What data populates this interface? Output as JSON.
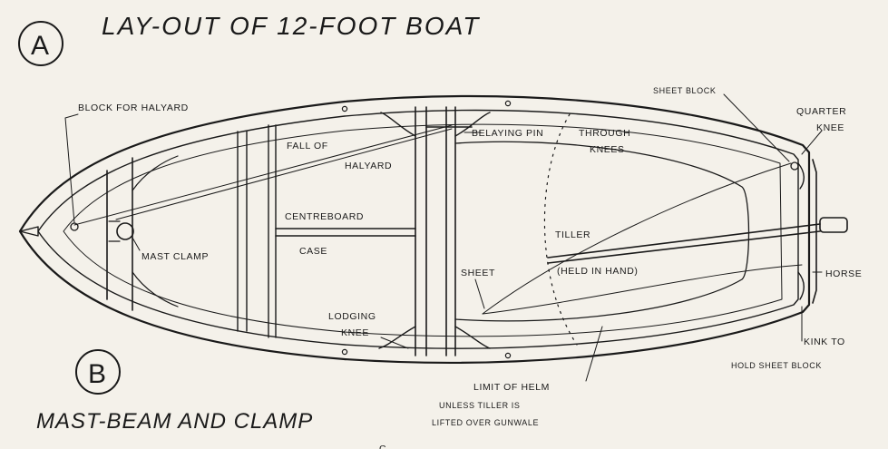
{
  "diagram": {
    "title": "LAY-OUT OF 12-FOOT BOAT",
    "subtitle": "MAST-BEAM AND CLAMP",
    "markers": {
      "a": "A",
      "b": "B",
      "c": "C"
    },
    "labels": {
      "block_for_halyard": "BLOCK FOR HALYARD",
      "fall_of": "FALL OF",
      "halyard": "HALYARD",
      "belaying_pin": "BELAYING PIN",
      "through": "THROUGH",
      "knees": "KNEES",
      "sheet_block": "SHEET BLOCK",
      "quarter": "QUARTER",
      "knee": "KNEE",
      "centreboard": "CENTREBOARD",
      "case": "CASE",
      "mast_clamp": "MAST CLAMP",
      "tiller": "TILLER",
      "held_in_hand": "(HELD IN HAND)",
      "sheet": "SHEET",
      "horse": "HORSE",
      "lodging": "LODGING",
      "knee_lodging": "KNEE",
      "kink_to": "KINK TO",
      "hold_sheet_block": "HOLD SHEET BLOCK",
      "limit_of_helm": "LIMIT OF HELM",
      "unless_tiller_is": "UNLESS TILLER IS",
      "lifted_over_gunwale": "LIFTED OVER GUNWALE"
    }
  }
}
